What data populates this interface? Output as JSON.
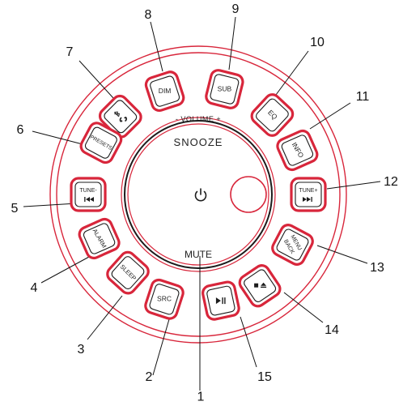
{
  "colors": {
    "accent": "#d8263b",
    "outline": "#1c1c1c",
    "line": "#111111"
  },
  "ring_labels": {
    "volume": "- VOLUME +",
    "snooze": "SNOOZE",
    "mute": "MUTE"
  },
  "center": {
    "power_icon": "power-icon",
    "knob": "volume-knob"
  },
  "buttons": [
    {
      "id": "bluetooth",
      "label": "",
      "icon": "bluetooth-icon",
      "callout": "7"
    },
    {
      "id": "dim",
      "label": "DIM",
      "callout": "8"
    },
    {
      "id": "sub",
      "label": "SUB",
      "callout": "9"
    },
    {
      "id": "eq",
      "label": "EQ",
      "callout": "10"
    },
    {
      "id": "info",
      "label": "INFO",
      "callout": "11"
    },
    {
      "id": "tune-plus",
      "label": "TUNE+",
      "icon": "next-track-icon",
      "callout": "12"
    },
    {
      "id": "menu-back",
      "label": "MENU",
      "label2": "BACK",
      "callout": "13"
    },
    {
      "id": "stop-eject",
      "label": "",
      "icon": "stop-eject-icon",
      "callout": "14"
    },
    {
      "id": "play-pause",
      "label": "",
      "icon": "play-pause-icon",
      "callout": "15"
    },
    {
      "id": "src",
      "label": "SRC",
      "callout": "2"
    },
    {
      "id": "sleep",
      "label": "SLEEP",
      "callout": "3"
    },
    {
      "id": "alarm",
      "label": "ALARM",
      "callout": "4"
    },
    {
      "id": "tune-minus",
      "label": "TUNE-",
      "icon": "previous-track-icon",
      "callout": "5"
    },
    {
      "id": "presets",
      "label": "PRESETS",
      "callout": "6"
    }
  ],
  "power_callout": "1"
}
